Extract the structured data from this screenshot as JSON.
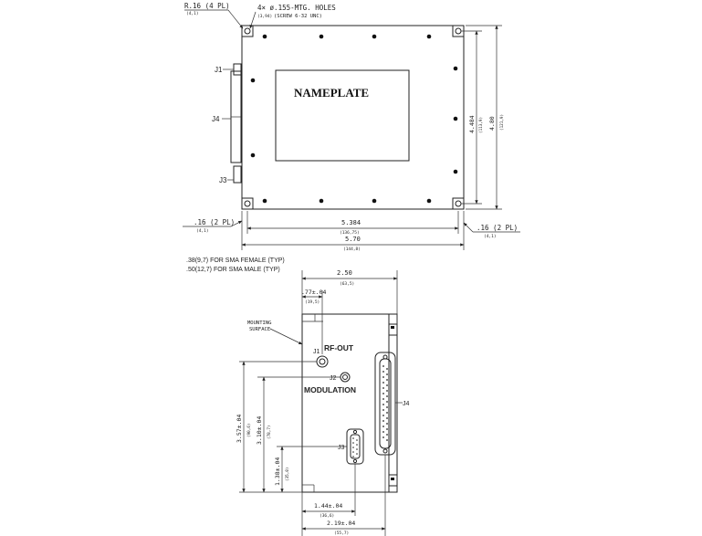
{
  "top_view": {
    "corner_radius": "R.16 (4 PL)",
    "corner_radius_mm": "(4,1)",
    "holes_note": "4× ø.155-MTG. HOLES",
    "holes_note_mm": "(3,94)",
    "screw_note": "(SCREW 6-32 UNC)",
    "nameplate": "NAMEPLATE",
    "j1": "J1",
    "j4": "J4",
    "j3": "J3",
    "left_offset": ".16 (2 PL)",
    "left_offset_mm": "(4,1)",
    "right_offset": ".16 (2 PL)",
    "right_offset_mm": "(4,1)",
    "inner_width": "5.384",
    "inner_width_mm": "(136,75)",
    "outer_width": "5.70",
    "outer_width_mm": "(144,8)",
    "inner_height": "4.484",
    "inner_height_mm": "(113,9)",
    "outer_height": "4.80",
    "outer_height_mm": "(121,9)",
    "sma_female_note": ".38(9,7) FOR SMA FEMALE (TYP)",
    "sma_male_note": ".50(12,7) FOR SMA MALE (TYP)"
  },
  "side_view": {
    "width": "2.50",
    "width_mm": "(63,5)",
    "j1_offset": ".77±.04",
    "j1_offset_mm": "(19,5)",
    "mounting_surface_line1": "MOUNTING",
    "mounting_surface_line2": "SURFACE",
    "j1": "J1",
    "rf_out": "RF-OUT",
    "j2": "J2",
    "modulation": "MODULATION",
    "j4": "J4",
    "j3": "J3",
    "dim_357": "3.57±.04",
    "dim_357_mm": "(90,6)",
    "dim_310": "3.10±.04",
    "dim_310_mm": "(78,7)",
    "dim_138": "1.38±.04",
    "dim_138_mm": "(35,0)",
    "dim_144": "1.44±.04",
    "dim_144_mm": "(36,6)",
    "dim_219": "2.19±.04",
    "dim_219_mm": "(55,7)"
  }
}
